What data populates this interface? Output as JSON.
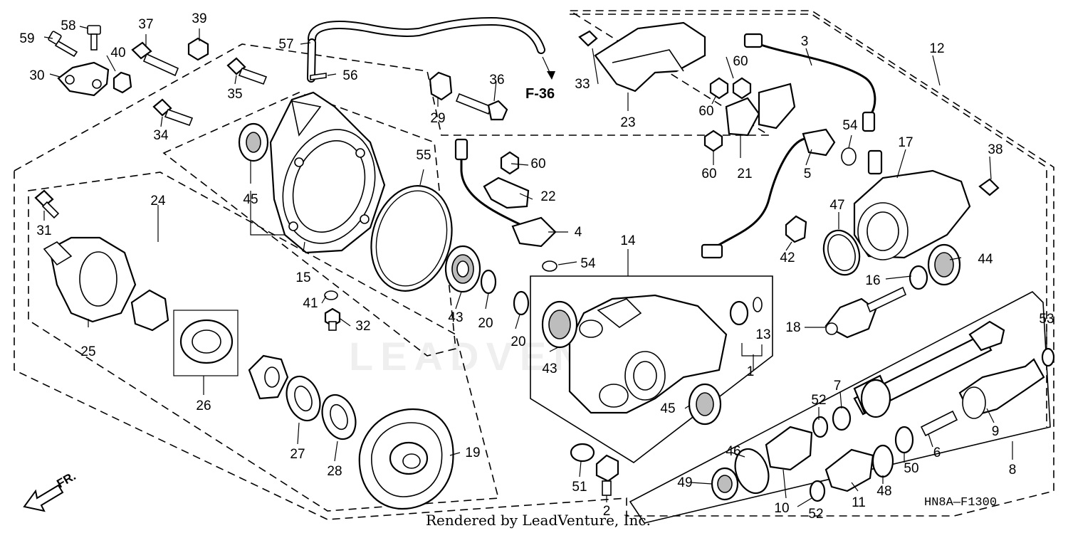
{
  "diagram": {
    "reference": "F-36",
    "code": "HN8A—F1300",
    "credit": "Rendered by LeadVenture, Inc.",
    "direction": "FR.",
    "watermark": "LEADVENTURE"
  },
  "callouts": {
    "c1": "1",
    "c2": "2",
    "c3": "3",
    "c4": "4",
    "c5": "5",
    "c6": "6",
    "c7": "7",
    "c8": "8",
    "c9": "9",
    "c10": "10",
    "c11": "11",
    "c12": "12",
    "c13": "13",
    "c14": "14",
    "c15": "15",
    "c16": "16",
    "c17": "17",
    "c18": "18",
    "c19": "19",
    "c20a": "20",
    "c20b": "20",
    "c21": "21",
    "c22": "22",
    "c23": "23",
    "c24": "24",
    "c25": "25",
    "c26": "26",
    "c27": "27",
    "c28": "28",
    "c29": "29",
    "c30": "30",
    "c31": "31",
    "c32": "32",
    "c33": "33",
    "c34": "34",
    "c35": "35",
    "c36": "36",
    "c37": "37",
    "c38": "38",
    "c39": "39",
    "c40": "40",
    "c41": "41",
    "c42": "42",
    "c43a": "43",
    "c43b": "43",
    "c44": "44",
    "c45a": "45",
    "c45b": "45",
    "c46": "46",
    "c47": "47",
    "c48": "48",
    "c49": "49",
    "c50": "50",
    "c51": "51",
    "c52a": "52",
    "c52b": "52",
    "c53": "53",
    "c54a": "54",
    "c54b": "54",
    "c55": "55",
    "c56": "56",
    "c57": "57",
    "c58": "58",
    "c59": "59",
    "c60a": "60",
    "c60b": "60",
    "c60c": "60",
    "c60d": "60"
  }
}
